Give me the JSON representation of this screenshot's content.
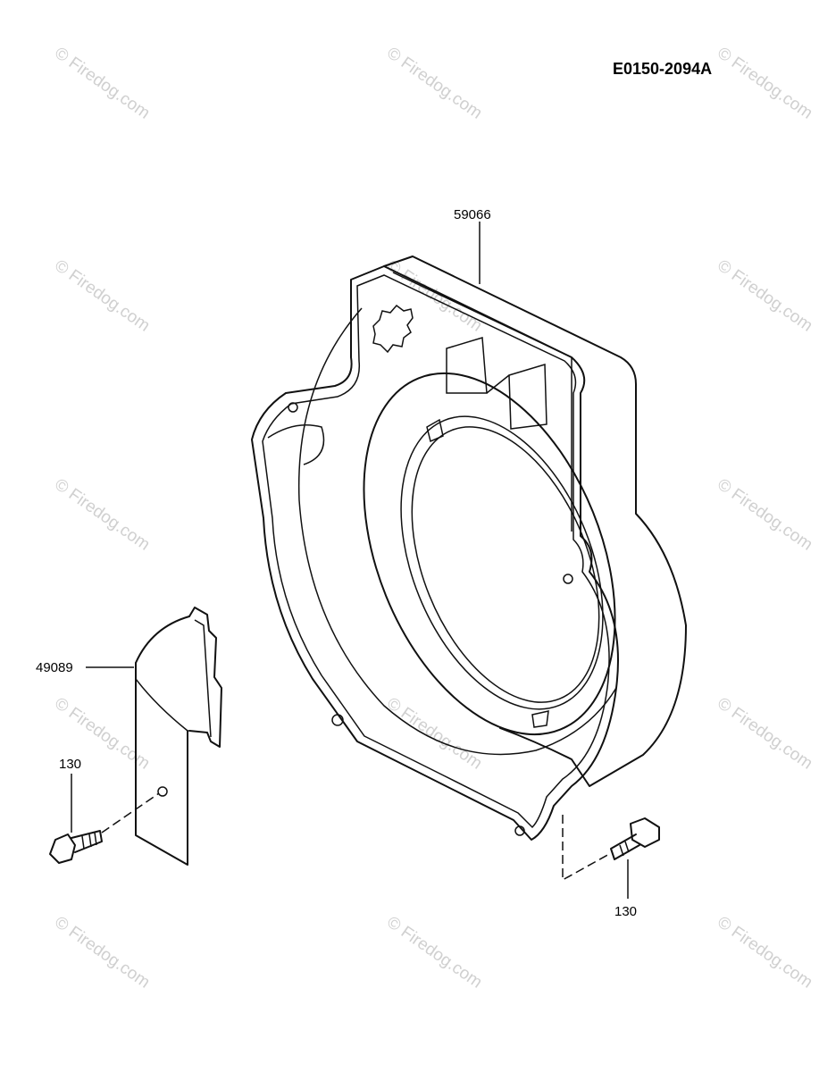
{
  "drawing_code": "E0150-2094A",
  "watermark": "© Firedog.com",
  "parts": {
    "fan_housing": "59066",
    "cover": "49089",
    "bolt_left": "130",
    "bolt_right": "130"
  }
}
